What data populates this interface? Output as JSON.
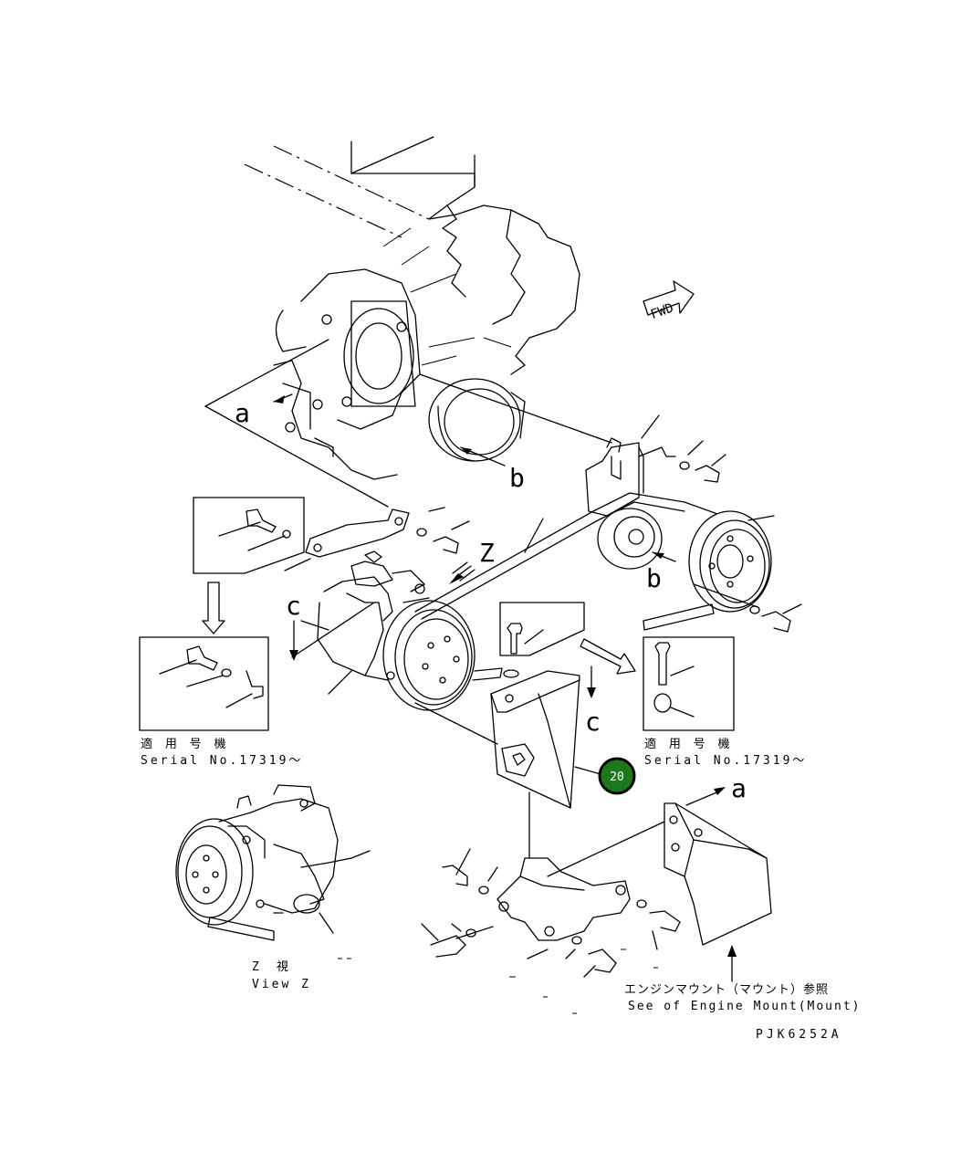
{
  "labels": {
    "a_left": "a",
    "b_upper": "b",
    "z_label": "Z",
    "b_pulley": "b",
    "c_left": "c",
    "c_right": "c",
    "a_lower": "a",
    "fwd": "FWD"
  },
  "serial_left": {
    "jp": "適 用 号 機",
    "en": "Serial No.17319～"
  },
  "serial_right": {
    "jp": "適 用 号 機",
    "en": "Serial No.17319～"
  },
  "view_z": {
    "jp": "Z　視",
    "en": "View Z"
  },
  "engine_mount_note": {
    "jp": "エンジンマウント（マウント）参照",
    "en": "See of Engine Mount(Mount)"
  },
  "drawing_code": "PJK6252A",
  "callout": {
    "number": "20",
    "color": "#1a7a1a"
  }
}
